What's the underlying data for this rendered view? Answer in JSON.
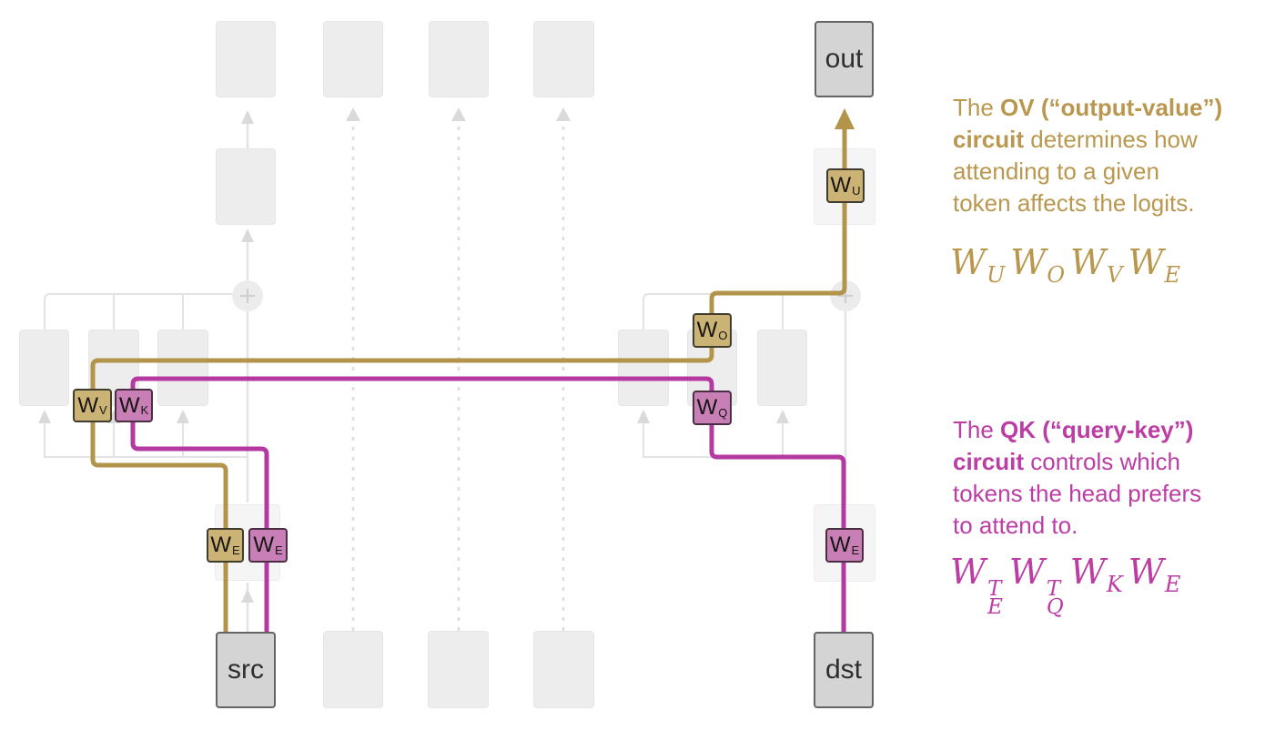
{
  "diagram": {
    "nodes": {
      "src": "src",
      "dst": "dst",
      "out": "out"
    },
    "chips": {
      "wv": {
        "main": "W",
        "sub": "V"
      },
      "wk": {
        "main": "W",
        "sub": "K"
      },
      "we_src_v": {
        "main": "W",
        "sub": "E"
      },
      "we_src_k": {
        "main": "W",
        "sub": "E"
      },
      "wo": {
        "main": "W",
        "sub": "O"
      },
      "wq": {
        "main": "W",
        "sub": "Q"
      },
      "wu": {
        "main": "W",
        "sub": "U"
      },
      "we_dst": {
        "main": "W",
        "sub": "E"
      }
    },
    "plus_symbol": "+"
  },
  "annotations": {
    "ov": {
      "color": "#b9974e",
      "lines": [
        {
          "pre": "The ",
          "bold": "OV (“output-value”)",
          "post": ""
        },
        {
          "pre": "",
          "bold": "circuit",
          "post": " determines how"
        },
        {
          "pre": "attending to a given",
          "bold": "",
          "post": ""
        },
        {
          "pre": "token affects the logits.",
          "bold": "",
          "post": ""
        }
      ],
      "formula": {
        "terms": [
          {
            "base": "W",
            "sub": "U"
          },
          {
            "base": "W",
            "sub": "O"
          },
          {
            "base": "W",
            "sub": "V"
          },
          {
            "base": "W",
            "sub": "E"
          }
        ]
      }
    },
    "qk": {
      "color": "#bc3da4",
      "lines": [
        {
          "pre": "The ",
          "bold": "QK (“query-key”)",
          "post": ""
        },
        {
          "pre": "",
          "bold": "circuit",
          "post": " controls which"
        },
        {
          "pre": "tokens the head prefers",
          "bold": "",
          "post": ""
        },
        {
          "pre": "to attend to.",
          "bold": "",
          "post": ""
        }
      ],
      "formula": {
        "terms": [
          {
            "base": "W",
            "sup": "T",
            "sub": "E"
          },
          {
            "base": "W",
            "sup": "T",
            "sub": "Q"
          },
          {
            "base": "W",
            "sub": "K"
          },
          {
            "base": "W",
            "sub": "E"
          }
        ]
      }
    }
  },
  "colors": {
    "ov_gold_line": "#b2954a",
    "qk_magenta_line": "#b43aa2",
    "chip_gold_fill": "#cbb375",
    "chip_magenta_fill": "#c77fb6",
    "node_gray_fill": "#d4d4d4",
    "faded_box_fill": "#ededee"
  }
}
